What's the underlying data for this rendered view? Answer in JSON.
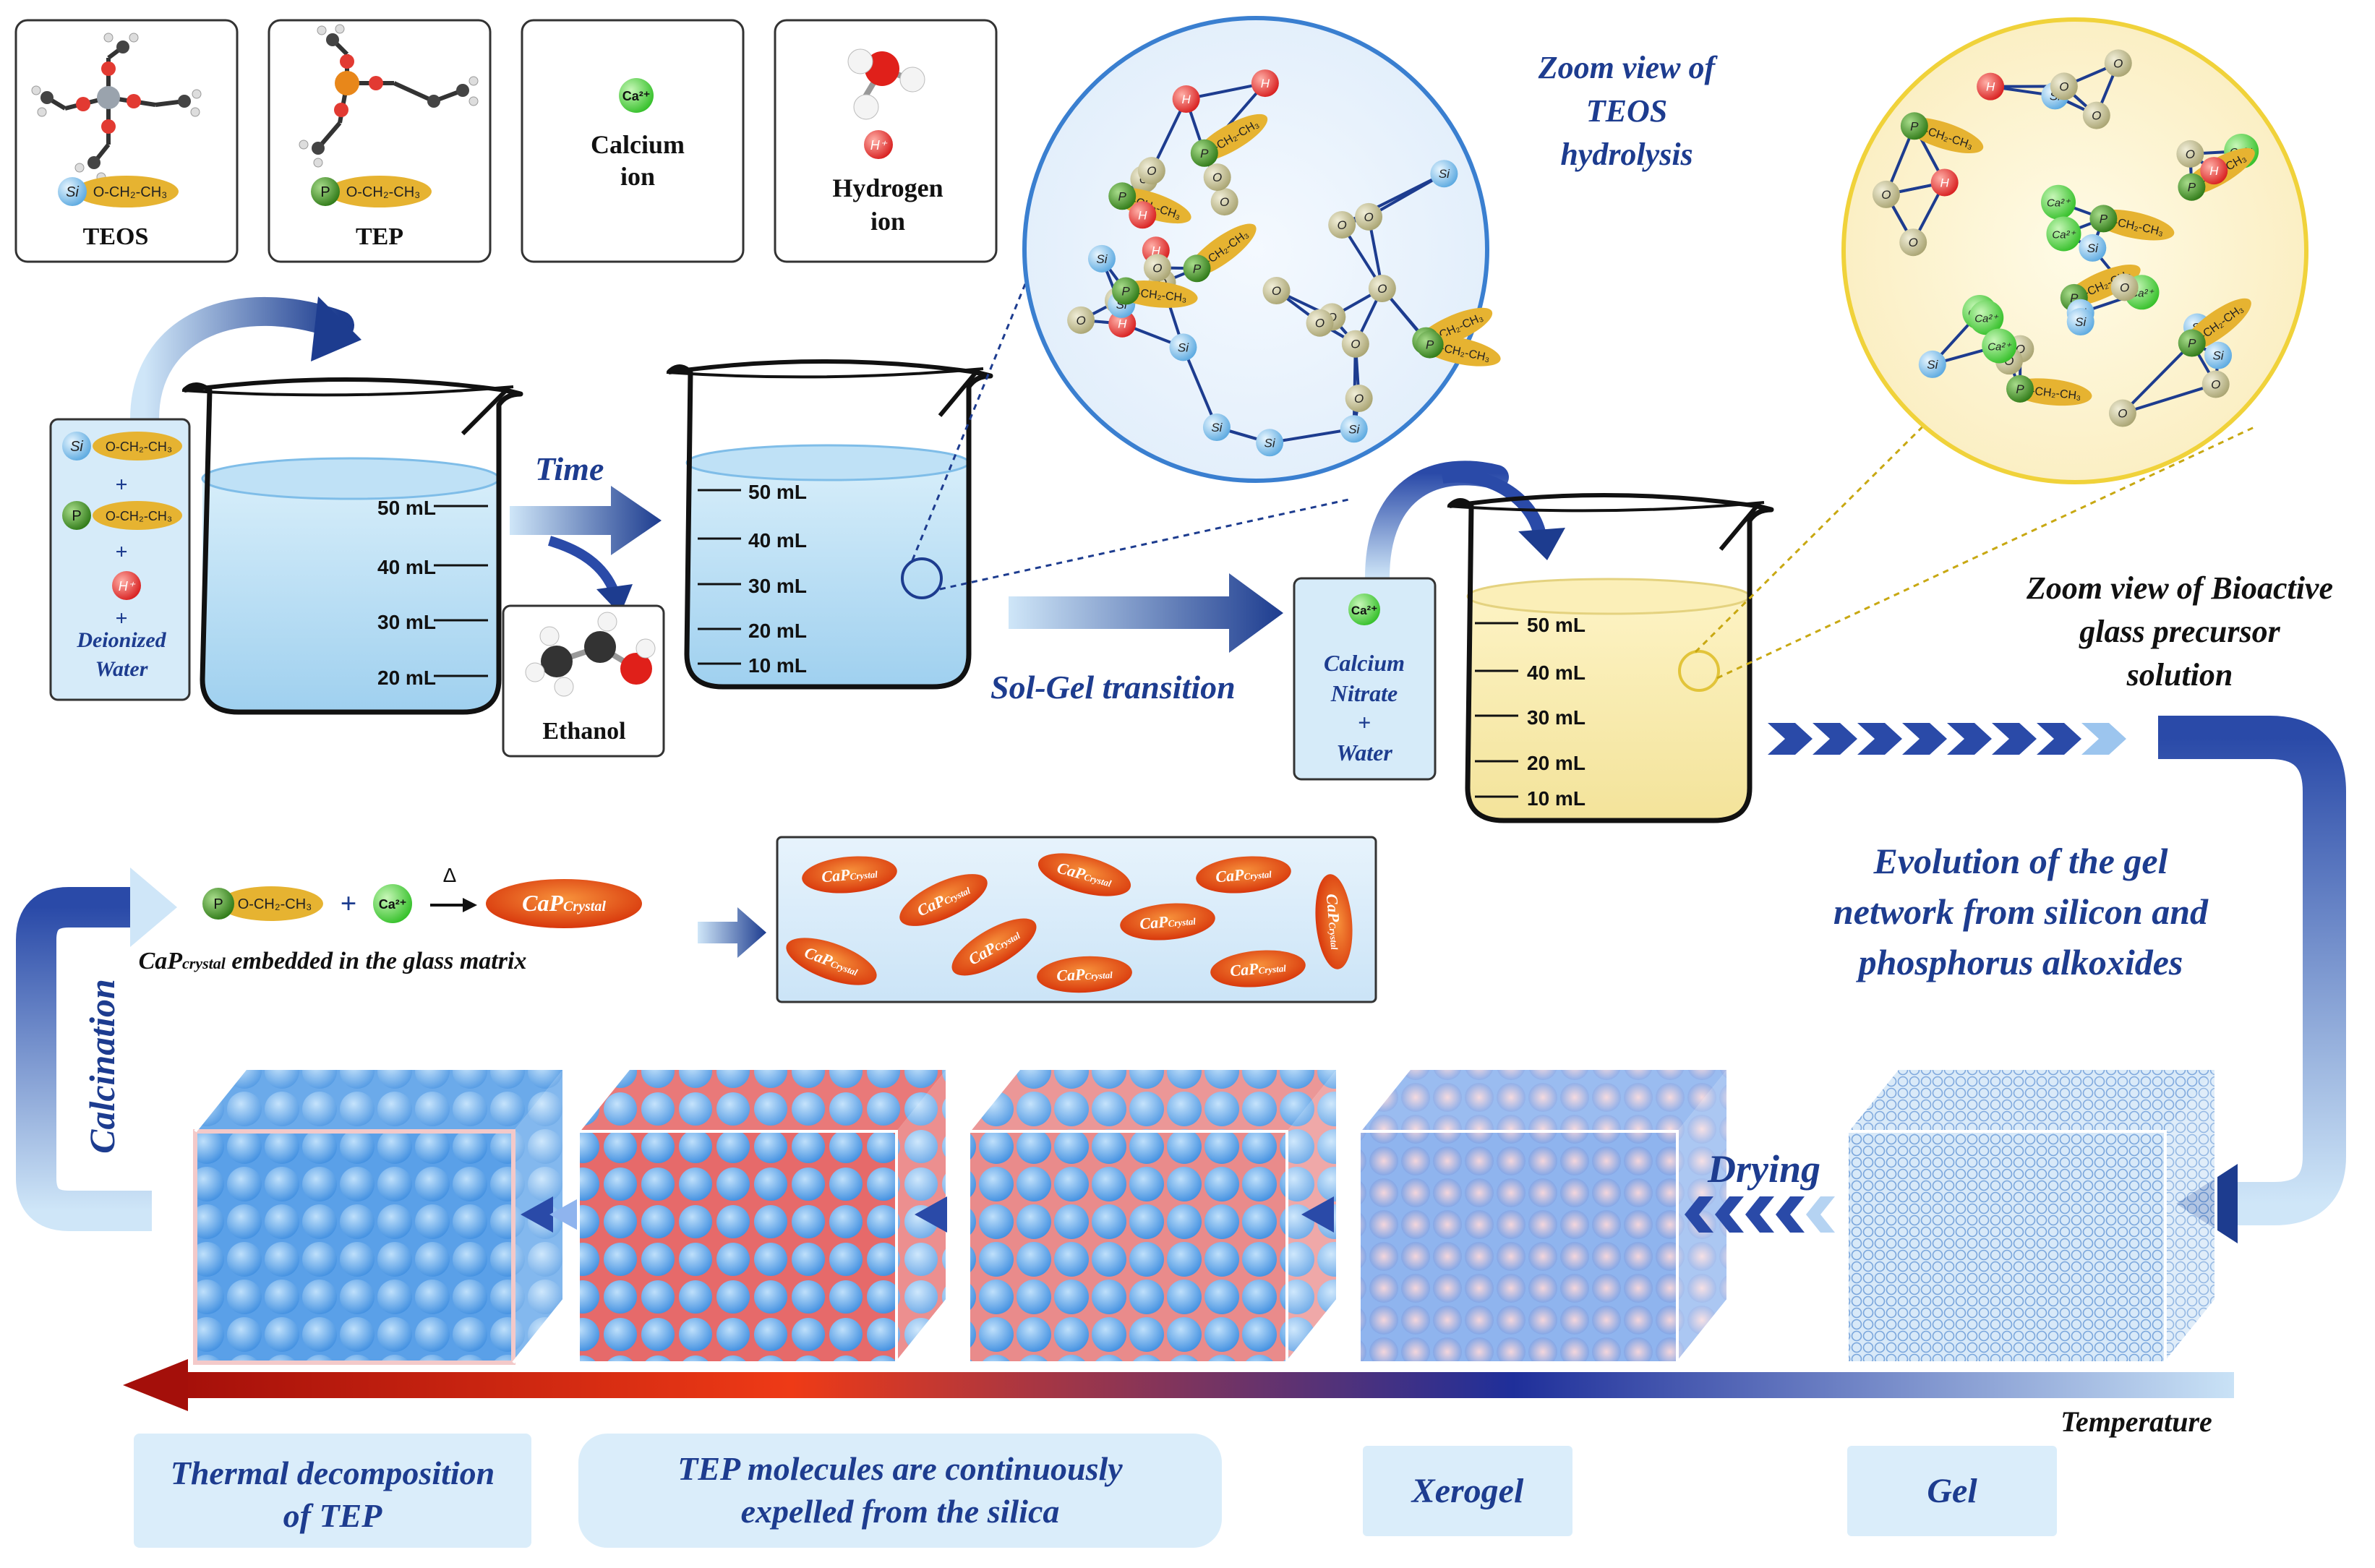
{
  "legend": {
    "teos": {
      "label": "TEOS",
      "si": "Si",
      "chain": "O-CH₂-CH₃"
    },
    "tep": {
      "label": "TEP",
      "p": "P",
      "chain": "O-CH₂-CH₃"
    },
    "calcium": {
      "symbol": "Ca²⁺",
      "line1": "Calcium",
      "line2": "ion"
    },
    "hydrogen": {
      "symbol": "H⁺",
      "line1": "Hydrogen",
      "line2": "ion"
    }
  },
  "reagents": {
    "si_chain": "O-CH₂-CH₃",
    "p_chain": "O-CH₂-CH₃",
    "plus": "+",
    "h": "H⁺",
    "line1": "Deionized",
    "line2": "Water"
  },
  "beaker1": {
    "marks": [
      "50 mL",
      "40 mL",
      "30 mL",
      "20 mL"
    ]
  },
  "beaker2": {
    "marks": [
      "50 mL",
      "40 mL",
      "30 mL",
      "20 mL",
      "10 mL"
    ]
  },
  "beaker3": {
    "marks": [
      "50 mL",
      "40 mL",
      "30 mL",
      "20 mL",
      "10 mL"
    ]
  },
  "time_label": "Time",
  "ethanol_label": "Ethanol",
  "solgel_label": "Sol-Gel transition",
  "calcium_box": {
    "symbol": "Ca²⁺",
    "line1": "Calcium",
    "line2": "Nitrate",
    "plus": "+",
    "line3": "Water"
  },
  "zoom1": {
    "line1": "Zoom view of",
    "line2": "TEOS",
    "line3": "hydrolysis"
  },
  "zoom2": {
    "line1": "Zoom view of Bioactive",
    "line2": "glass precursor",
    "line3": "solution"
  },
  "evolution": {
    "line1": "Evolution of the gel",
    "line2": "network from silicon and",
    "line3": "phosphorus alkoxides"
  },
  "reaction": {
    "p": "P",
    "chain": "O-CH₂-CH₃",
    "plus": "+",
    "ca": "Ca²⁺",
    "heat": "Δ",
    "product": "CaP",
    "product_sub": "Crystal",
    "caption": "CaP",
    "caption_sub": "crystal",
    "caption_rest": " embedded in the glass matrix"
  },
  "crystal": {
    "main": "CaP",
    "sub": "Crystal"
  },
  "calcination_label": "Calcination",
  "drying_label": "Drying",
  "temperature_label": "Temperature",
  "stages": {
    "thermal": {
      "line1": "Thermal decomposition",
      "line2": "of TEP"
    },
    "tep": {
      "line1": "TEP molecules are continuously",
      "line2": "expelled from the  silica"
    },
    "xerogel": "Xerogel",
    "gel": "Gel"
  },
  "atoms": {
    "si": "Si",
    "o": "O",
    "h": "H",
    "p": "P",
    "ca": "Ca²⁺",
    "chain": "O-CH₂-CH₃"
  },
  "colors": {
    "dark_blue": "#1d3c8f",
    "arrow_blue": "#2a4aa8",
    "ca_green": "#4bd43a",
    "h_red": "#e03030",
    "p_green": "#3f8a22",
    "si_blue": "#7ec0ec",
    "o_olive": "#b8b486",
    "chain_orange": "#e6b331",
    "crystal_red": "#e24a12"
  }
}
